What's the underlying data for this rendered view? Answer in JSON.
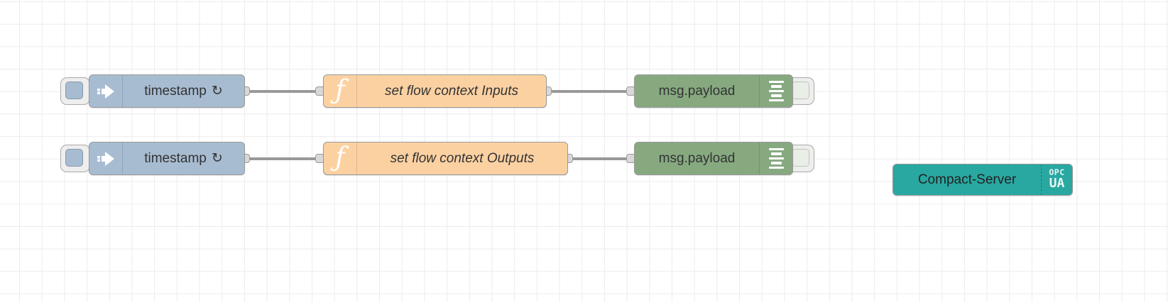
{
  "palette": {
    "inject_color": "#a7bcd1",
    "function_color": "#fcd1a2",
    "debug_color": "#87a980",
    "opcua_color": "#28a8a1",
    "wire_color": "#999999",
    "port_fill": "#d9d9d9",
    "grid_color": "#ececec"
  },
  "flow": {
    "inject_top": {
      "label": "timestamp",
      "repeat_icon": "↻"
    },
    "inject_bottom": {
      "label": "timestamp",
      "repeat_icon": "↻"
    },
    "function_inputs": {
      "label": "set flow context Inputs"
    },
    "function_outputs": {
      "label": "set flow context Outputs"
    },
    "debug_top": {
      "label": "msg.payload"
    },
    "debug_bottom": {
      "label": "msg.payload"
    },
    "opcua_server": {
      "label": "Compact-Server",
      "badge_line1": "OPC",
      "badge_line2": "UA"
    }
  },
  "icons": {
    "function_glyph": "ƒ"
  }
}
